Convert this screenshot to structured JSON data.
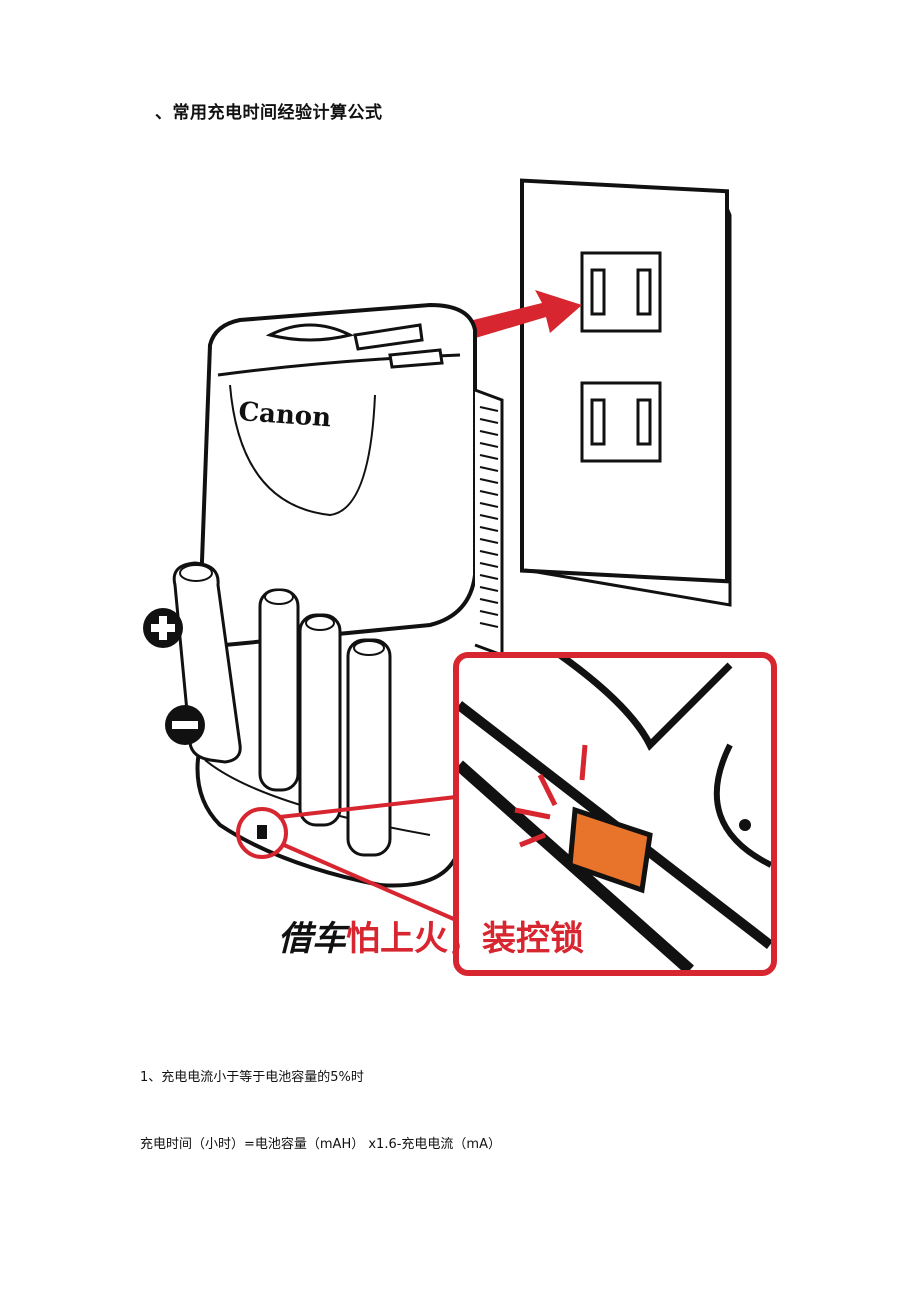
{
  "doc": {
    "heading": "、常用充电时间经验计算公式",
    "line1": "1、充电电流小于等于电池容量的5%时",
    "line2": "充电时间（小时）=电池容量（mAH） x1.6-充电电流（mA）"
  },
  "illustration": {
    "brand": "Canon",
    "caption_part1": "借车",
    "caption_part2": "怕上火，装控锁",
    "colors": {
      "accent_red": "#d7262f",
      "led_orange": "#e8732a"
    },
    "icons": [
      "plus-sign-icon",
      "minus-sign-icon",
      "arrow-icon"
    ]
  }
}
